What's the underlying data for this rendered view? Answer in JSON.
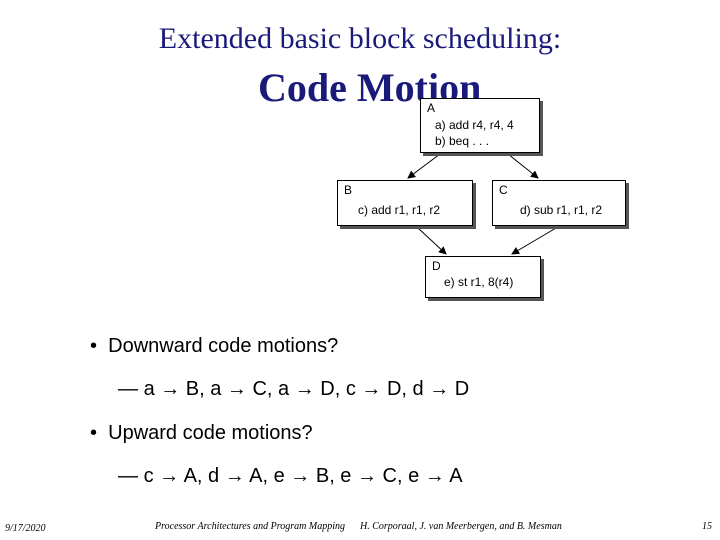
{
  "slide": {
    "title": "Extended basic block scheduling:",
    "subtitle": "Code Motion"
  },
  "blocks": {
    "A": {
      "label": "A",
      "lines": [
        "a)  add r4, r4, 4",
        "b)  beq . . ."
      ]
    },
    "B": {
      "label": "B",
      "lines": [
        "c) add r1, r1, r2"
      ]
    },
    "C": {
      "label": "C",
      "lines": [
        "d) sub r1, r1, r2"
      ]
    },
    "D": {
      "label": "D",
      "lines": [
        "e) st r1, 8(r4)"
      ]
    }
  },
  "bullets": [
    {
      "text": "Downward code motions?",
      "sub": "a → B, a → C, a → D, c → D, d → D"
    },
    {
      "text": "Upward code motions?",
      "sub": "c → A, d → A, e → B, e → C, e → A"
    }
  ],
  "footer": {
    "date": "9/17/2020",
    "course": "Processor Architectures and Program Mapping",
    "authors": "H. Corporaal, J. van Meerbergen, and B. Mesman",
    "page": "15"
  }
}
